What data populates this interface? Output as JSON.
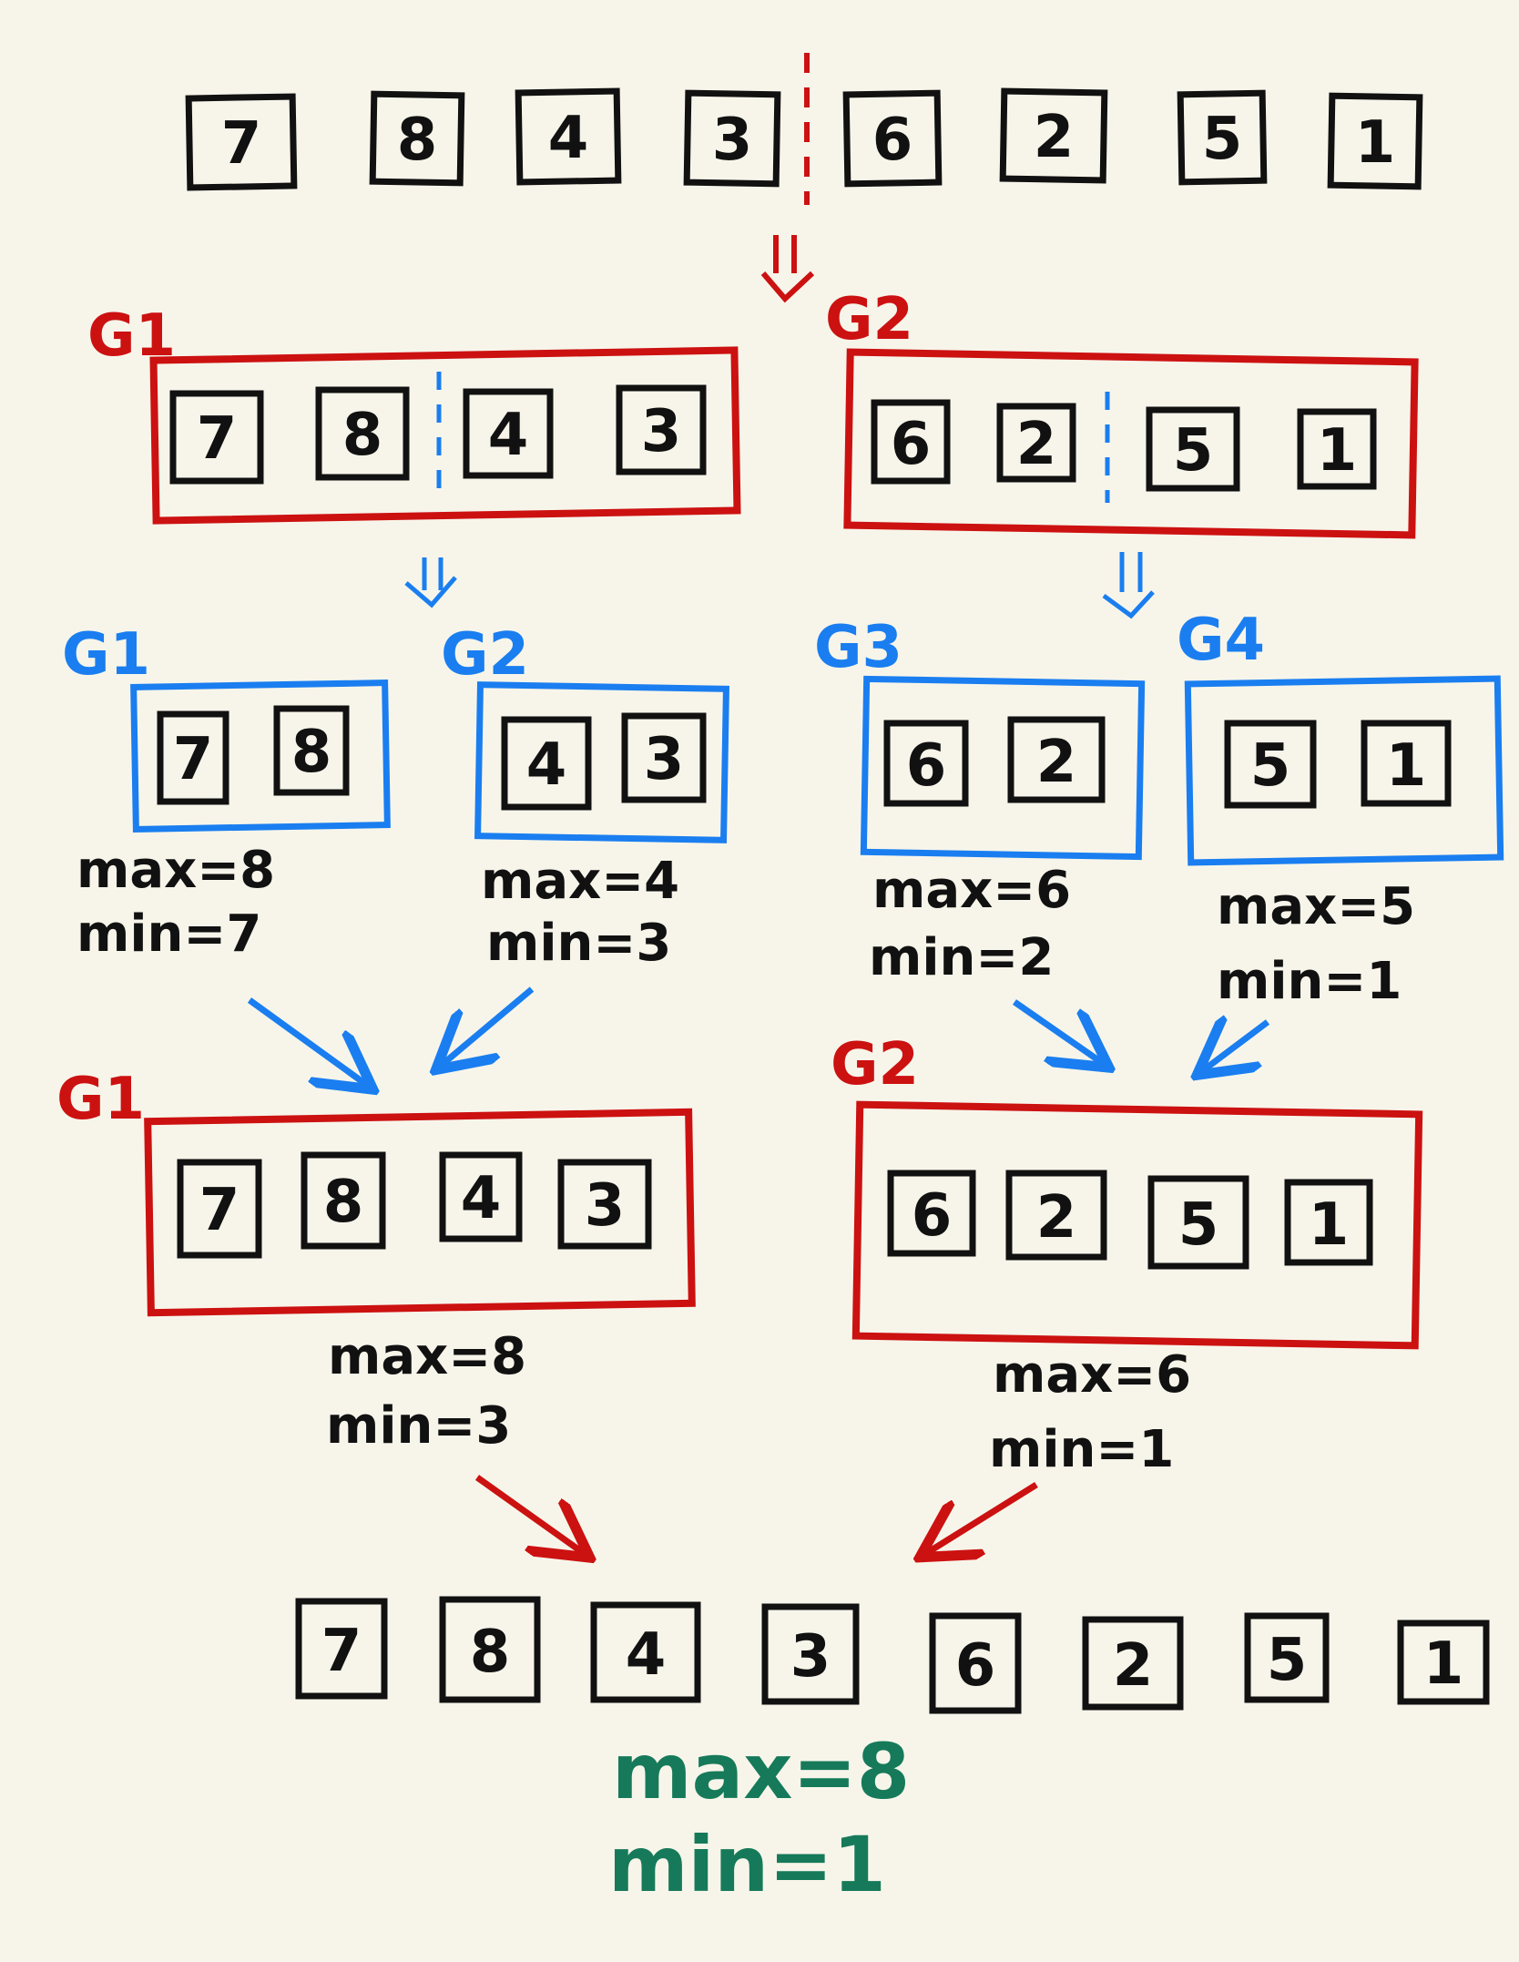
{
  "colors": {
    "ink": "#111111",
    "level1": "#cc1111",
    "level2": "#1a7ef0",
    "result": "#167a5a",
    "background": "#f7f5ea"
  },
  "input_array": [
    "7",
    "8",
    "4",
    "3",
    "6",
    "2",
    "5",
    "1"
  ],
  "split_groups": [
    {
      "label": "G1",
      "values": [
        "7",
        "8",
        "4",
        "3"
      ]
    },
    {
      "label": "G2",
      "values": [
        "6",
        "2",
        "5",
        "1"
      ]
    }
  ],
  "leaf_groups": [
    {
      "label": "G1",
      "values": [
        "7",
        "8"
      ],
      "max": "max=8",
      "min": "min=7"
    },
    {
      "label": "G2",
      "values": [
        "4",
        "3"
      ],
      "max": "max=4",
      "min": "min=3"
    },
    {
      "label": "G3",
      "values": [
        "6",
        "2"
      ],
      "max": "max=6",
      "min": "min=2"
    },
    {
      "label": "G4",
      "values": [
        "5",
        "1"
      ],
      "max": "max=5",
      "min": "min=1"
    }
  ],
  "merged_groups": [
    {
      "label": "G1",
      "values": [
        "7",
        "8",
        "4",
        "3"
      ],
      "max": "max=8",
      "min": "min=3"
    },
    {
      "label": "G2",
      "values": [
        "6",
        "2",
        "5",
        "1"
      ],
      "max": "max=6",
      "min": "min=1"
    }
  ],
  "output_array": [
    "7",
    "8",
    "4",
    "3",
    "6",
    "2",
    "5",
    "1"
  ],
  "result": {
    "max": "max=8",
    "min": "min=1"
  }
}
